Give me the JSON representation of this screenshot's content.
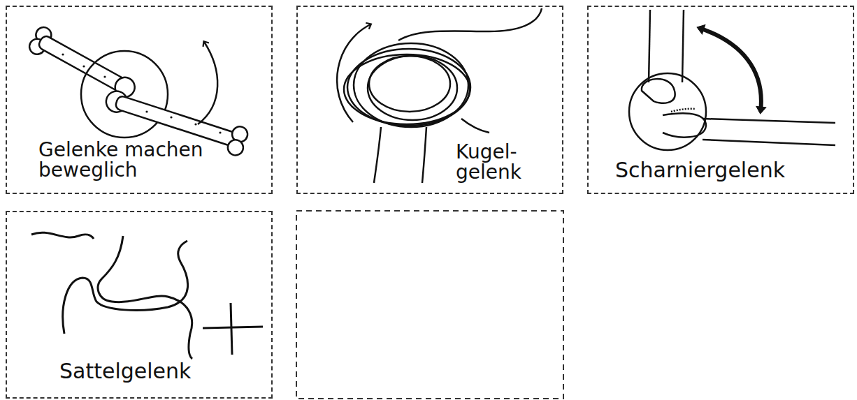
{
  "diagram": {
    "nodes": [
      {
        "text": [
          "Gelenke machen beweglich"
        ]
      },
      {
        "text": [
          "Kugel- gelenk"
        ]
      },
      {
        "text": [
          "Scharniergelenk"
        ]
      },
      {
        "text": [
          "Sattelgelenk"
        ]
      }
    ]
  }
}
